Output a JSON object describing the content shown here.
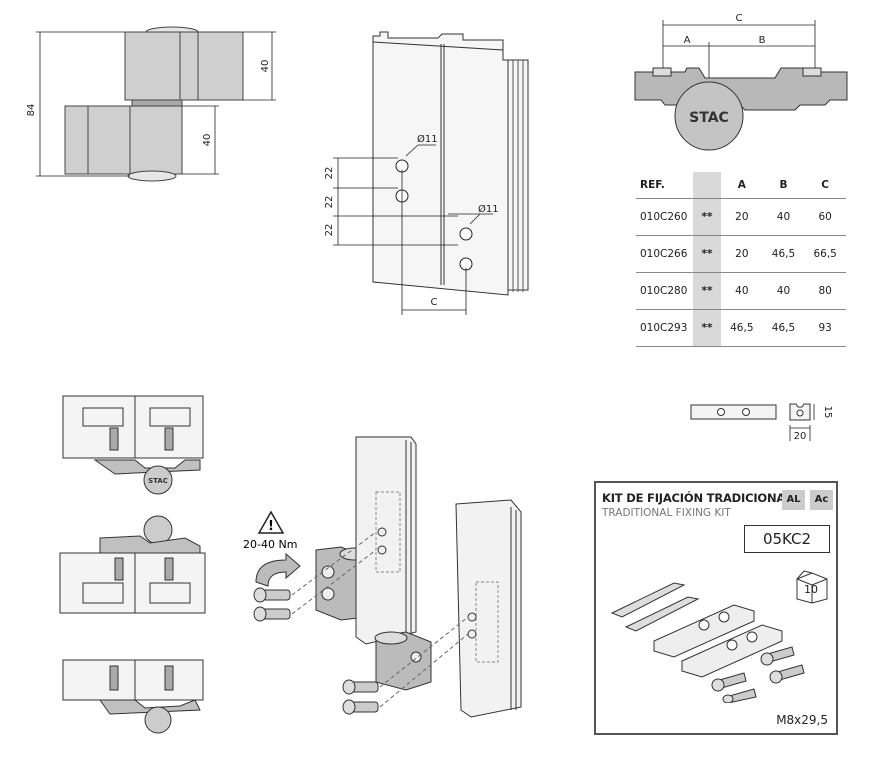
{
  "hinge_dims": {
    "total": "84",
    "upper": "40",
    "lower": "40"
  },
  "drilling": {
    "spacing": [
      "22",
      "22",
      "22"
    ],
    "hole": "Ø11",
    "hole2": "Ø11",
    "c": "C"
  },
  "top_view": {
    "a": "A",
    "b": "B",
    "c": "C",
    "logo": "STAC"
  },
  "table": {
    "headers": [
      "REF.",
      "A",
      "B",
      "C"
    ],
    "rows": [
      {
        "ref": "010C260",
        "mark": "**",
        "a": "20",
        "b": "40",
        "c": "60"
      },
      {
        "ref": "010C266",
        "mark": "**",
        "a": "20",
        "b": "46,5",
        "c": "66,5"
      },
      {
        "ref": "010C280",
        "mark": "**",
        "a": "40",
        "b": "40",
        "c": "80"
      },
      {
        "ref": "010C293",
        "mark": "**",
        "a": "46,5",
        "b": "46,5",
        "c": "93"
      }
    ]
  },
  "plate_dims": {
    "height": "15",
    "width": "20"
  },
  "assembly": {
    "warning": "20-40 Nm",
    "logo": "STAC"
  },
  "kit": {
    "title": "KIT DE FIJACIÓN TRADICIONAL",
    "subtitle": "TRADITIONAL FIXING KIT",
    "badge_al": "AL",
    "badge_ac": "Ac",
    "code": "05KC2",
    "box_qty": "10",
    "screw_size": "M8x29,5"
  }
}
